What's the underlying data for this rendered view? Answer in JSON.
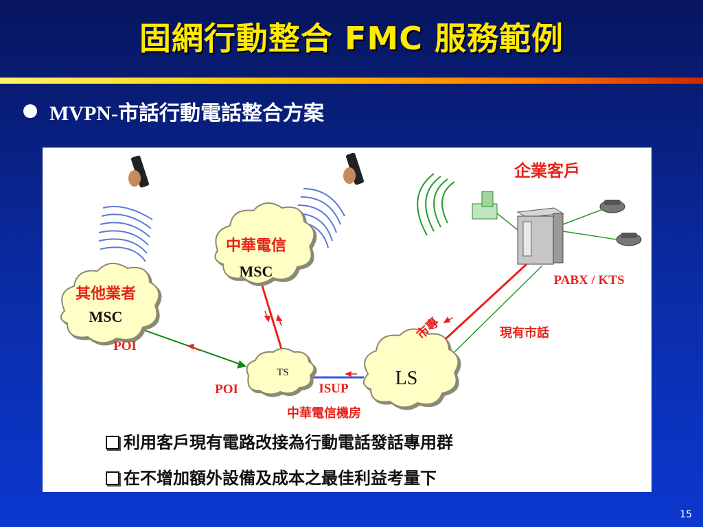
{
  "slide": {
    "title": "固網行動整合 FMC 服務範例",
    "bullet": "MVPN-市話行動電話整合方案",
    "page_number": "15"
  },
  "diagram": {
    "enterprise_label": "企業客戶",
    "pabx_label": "PABX / KTS",
    "existing_line_label": "現有市話",
    "dedicated_line_label": "市專",
    "cht_msc_line1": "中華電信",
    "cht_msc_line2": "MSC",
    "other_msc_line1": "其他業者",
    "other_msc_line2": "MSC",
    "ts_label": "TS",
    "ls_label": "LS",
    "poi_left": "POI",
    "poi_bottom": "POI",
    "isup_label": "ISUP",
    "cht_room_label": "中華電信機房"
  },
  "notes": [
    "利用客戶現有電路改接為行動電話發話專用群",
    "在不增加額外設備及成本之最佳利益考量下"
  ],
  "colors": {
    "title": "#ffea00",
    "red_line": "#e8231b",
    "green_line": "#118a11",
    "blue_line": "#3a57d8",
    "cloud_fill": "#fffec4"
  }
}
